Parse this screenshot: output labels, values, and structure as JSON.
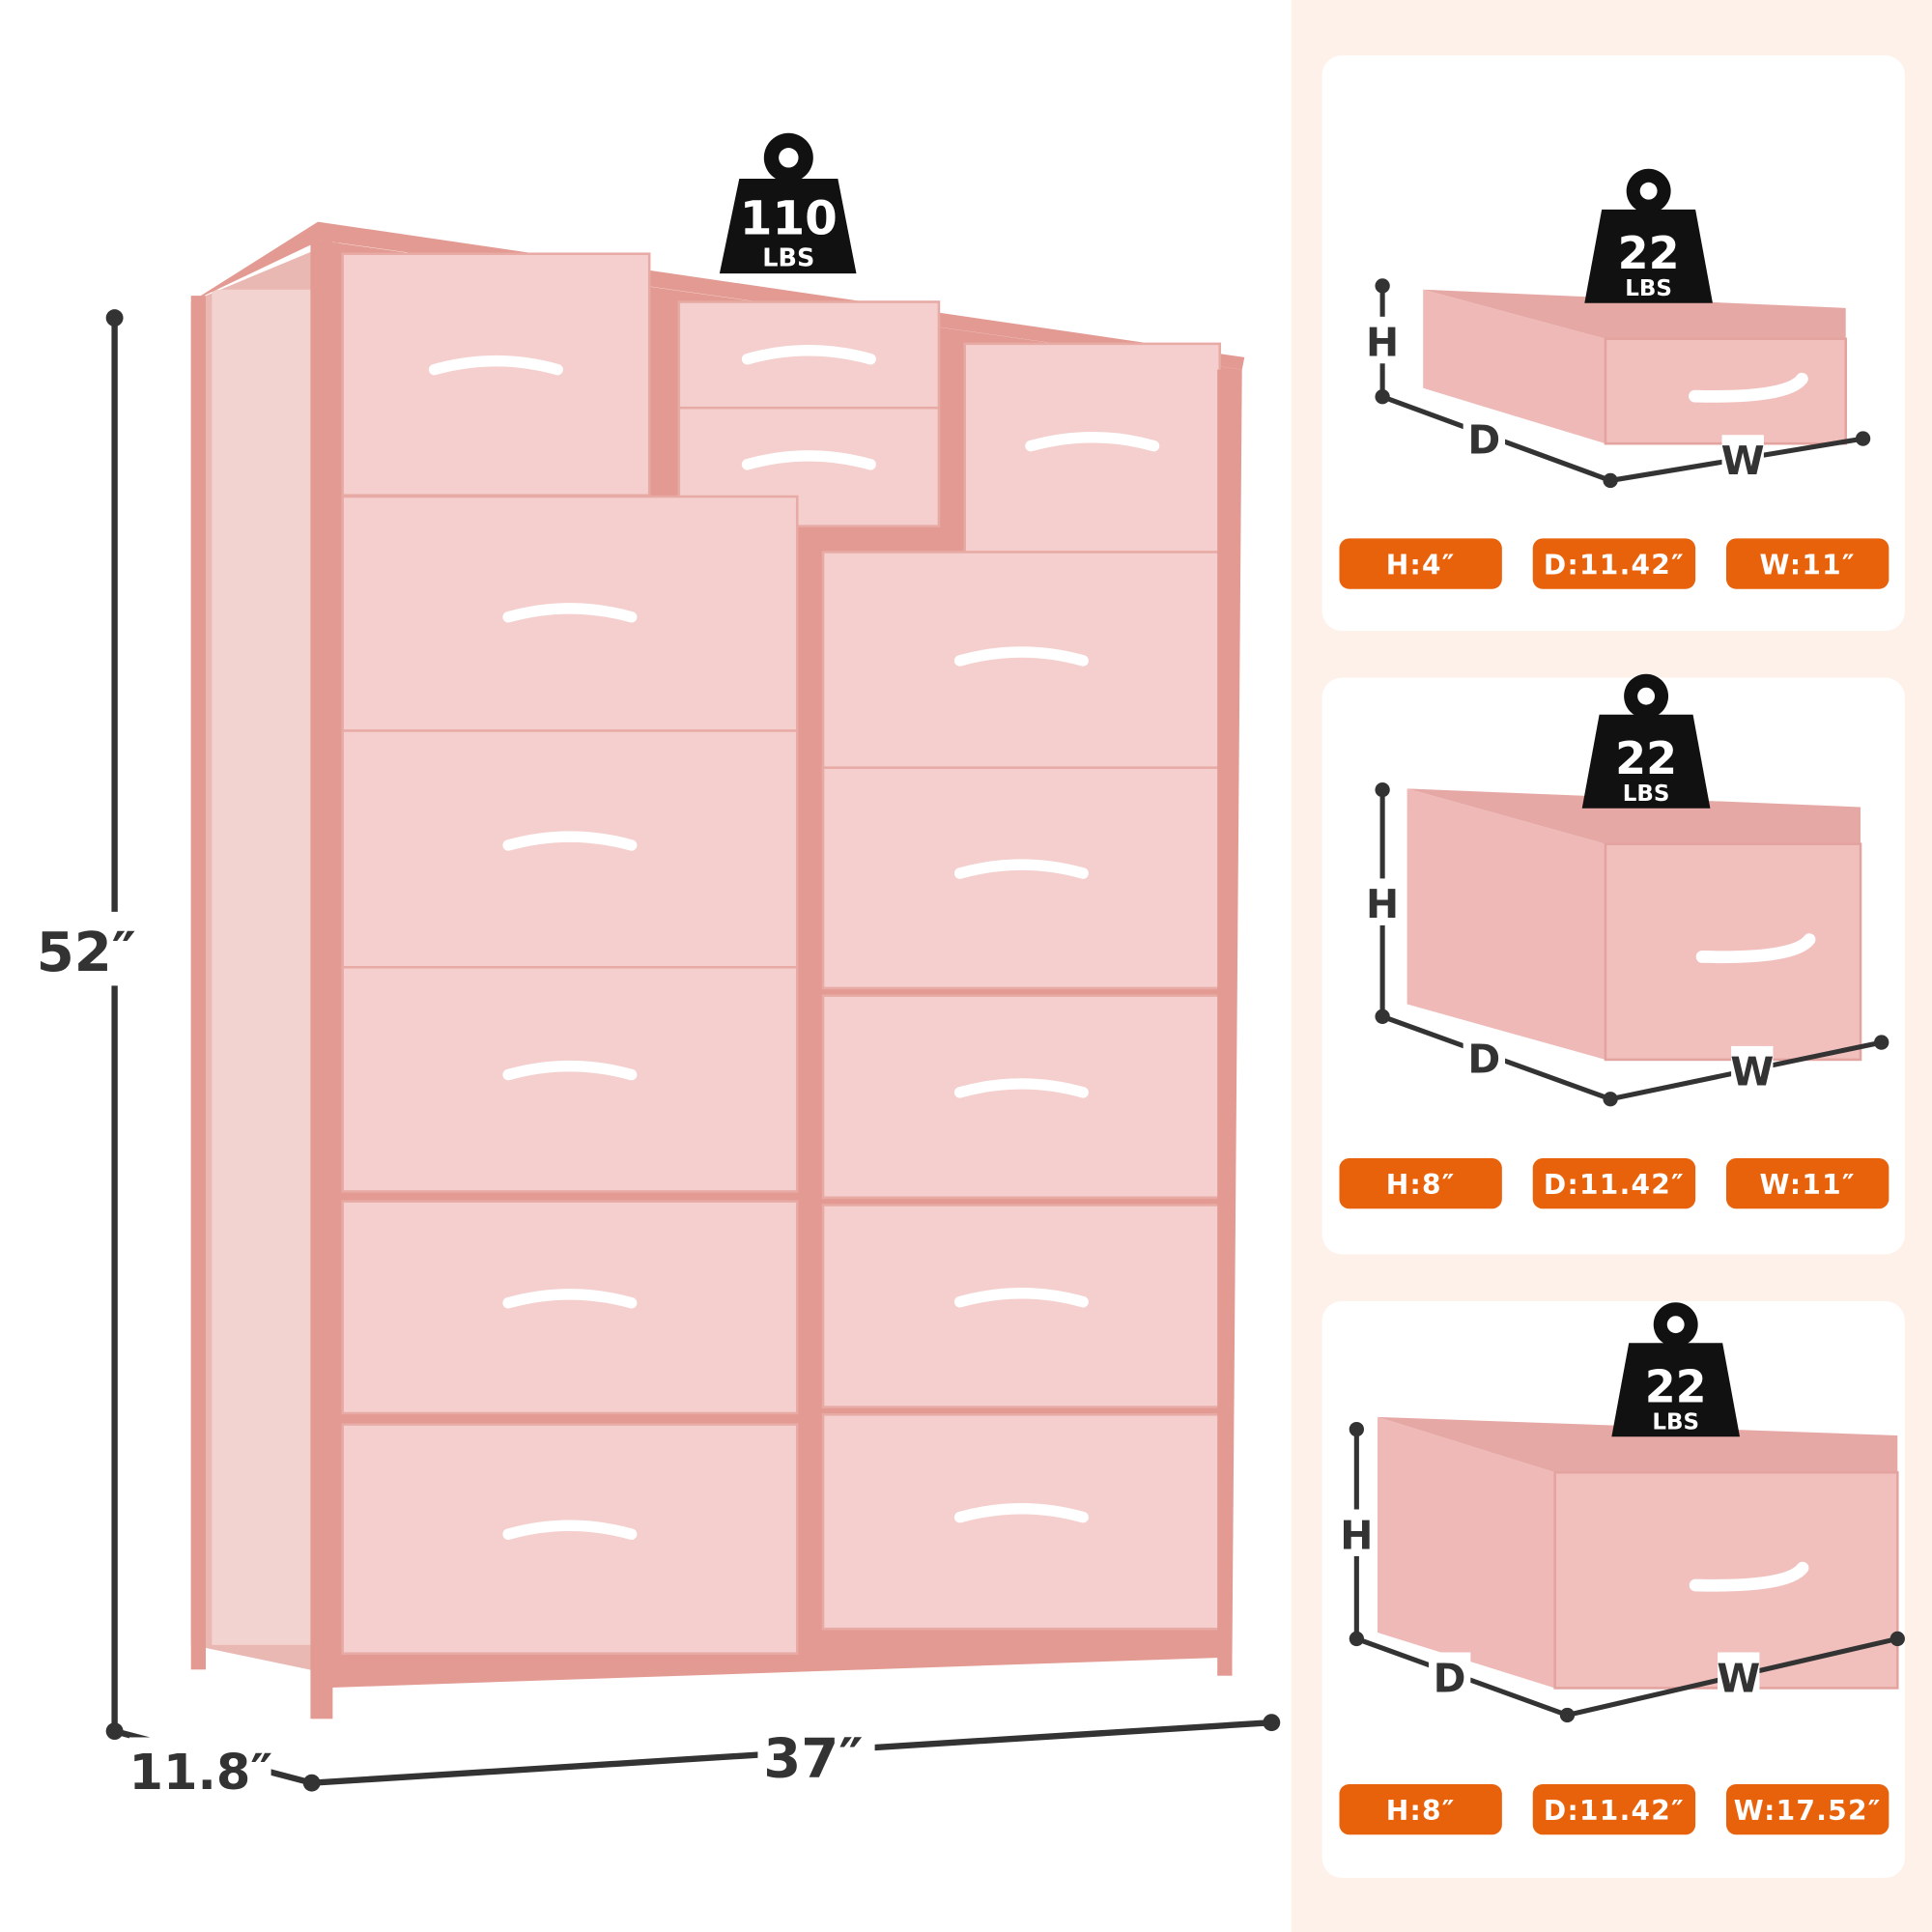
{
  "dresser": {
    "weight_value": "110",
    "weight_unit": "LBS",
    "height": "52″",
    "depth": "11.8″",
    "width": "37″"
  },
  "drawer_cards": [
    {
      "weight_value": "22",
      "weight_unit": "LBS",
      "h_label": "H",
      "d_label": "D",
      "w_label": "W",
      "specs": [
        "H:4″",
        "D:11.42″",
        "W:11″"
      ]
    },
    {
      "weight_value": "22",
      "weight_unit": "LBS",
      "h_label": "H",
      "d_label": "D",
      "w_label": "W",
      "specs": [
        "H:8″",
        "D:11.42″",
        "W:11″"
      ]
    },
    {
      "weight_value": "22",
      "weight_unit": "LBS",
      "h_label": "H",
      "d_label": "D",
      "w_label": "W",
      "specs": [
        "H:8″",
        "D:11.42″",
        "W:17.52″"
      ]
    }
  ],
  "colors": {
    "background": "#fdf1ea",
    "accent": "#e8620c",
    "frame": "#e39a92",
    "fabric": "#f4cfcd",
    "ink": "#333333"
  }
}
